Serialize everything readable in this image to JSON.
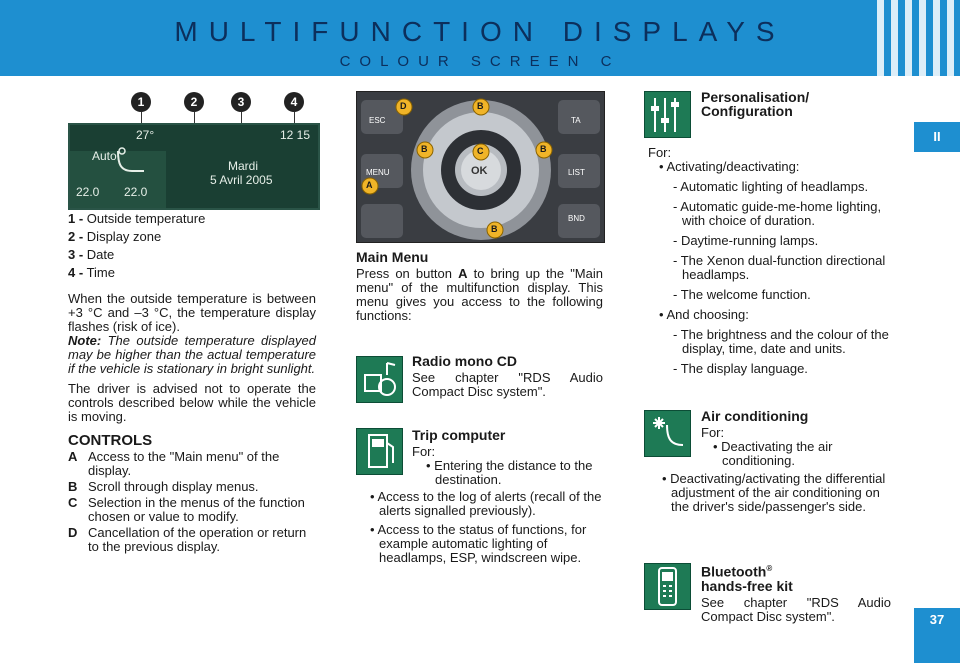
{
  "header": {
    "title": "MULTIFUNCTION DISPLAYS",
    "subtitle": "COLOUR SCREEN C"
  },
  "section_tab": "II",
  "page_number": "37",
  "left": {
    "callouts": [
      "1",
      "2",
      "3",
      "4"
    ],
    "screen": {
      "temp_top": "27°",
      "time": "12 15",
      "mode": "Auto",
      "day": "Mardi",
      "date": "5 Avril 2005",
      "temp_left": "22.0",
      "temp_right": "22.0"
    },
    "legend": [
      {
        "num": "1 -",
        "text": "Outside temperature"
      },
      {
        "num": "2 -",
        "text": "Display zone"
      },
      {
        "num": "3 -",
        "text": "Date"
      },
      {
        "num": "4 -",
        "text": "Time"
      }
    ],
    "para1": "When the outside temperature is between +3 °C and –3 °C, the temperature display flashes (risk of ice).",
    "note_label": "Note:",
    "note_text": "The outside temperature displayed may be higher than the actual temperature if the vehicle is stationary in bright sunlight.",
    "para2": "The driver is advised not to operate the controls described below while the vehicle is moving.",
    "controls_title": "CONTROLS",
    "controls": [
      {
        "key": "A",
        "text": "Access to the \"Main menu\" of the display."
      },
      {
        "key": "B",
        "text": "Scroll through display menus."
      },
      {
        "key": "C",
        "text": "Selection in the menus of the function chosen or value to modify."
      },
      {
        "key": "D",
        "text": "Cancellation of the operation or return to the previous display."
      }
    ]
  },
  "photo_labels": {
    "esc": "ESC",
    "ta": "TA",
    "menu": "MENU",
    "list": "LIST",
    "bnd": "BND",
    "ok": "OK",
    "a": "A",
    "b": "B",
    "c": "C",
    "d": "D"
  },
  "middle": {
    "main_menu_title": "Main Menu",
    "main_menu_pre": "Press on button",
    "main_menu_key": "A",
    "main_menu_post": "to bring up the \"Main menu\" of the multifunction display. This menu gives you access to the following functions:",
    "radio_title": "Radio mono CD",
    "radio_text": "See chapter \"RDS Audio Compact Disc system\".",
    "trip_title": "Trip computer",
    "trip_for": "For:",
    "trip_items": [
      "• Entering the distance to the destination.",
      "• Access to the log of alerts (recall of the alerts signalled previously).",
      "• Access to the status of functions, for example automatic lighting of headlamps, ESP, windscreen wipe."
    ]
  },
  "right": {
    "perso_title_1": "Personalisation/",
    "perso_title_2": "Configuration",
    "perso_for": "For:",
    "perso_b1": "• Activating/deactivating:",
    "perso_d1": [
      "- Automatic lighting of headlamps.",
      "- Automatic guide-me-home lighting, with choice of duration.",
      "- Daytime-running lamps.",
      "- The Xenon dual-function directional headlamps.",
      "- The welcome function."
    ],
    "perso_b2": "• And choosing:",
    "perso_d2": [
      "- The brightness and the colour of the display, time, date and units.",
      "- The display language."
    ],
    "air_title": "Air conditioning",
    "air_for": "For:",
    "air_items": [
      "• Deactivating the air conditioning.",
      "• Deactivating/activating the differential adjustment of the air conditioning on the driver's side/passenger's side."
    ],
    "bt_title": "Bluetooth",
    "bt_sup": "®",
    "bt_title_2": "hands-free kit",
    "bt_text": "See chapter \"RDS Audio Compact Disc system\"."
  },
  "colors": {
    "accent": "#1e8fd0",
    "title": "#0c2f5c",
    "icon_green": "#1e7a55"
  }
}
